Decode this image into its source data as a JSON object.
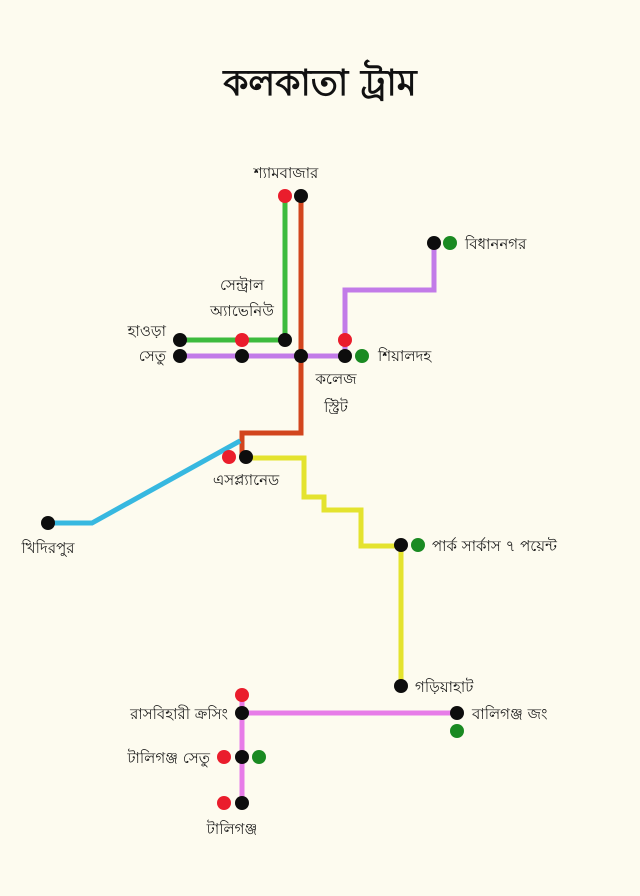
{
  "title": "কলকাতা ট্রাম",
  "colors": {
    "background": "#fdfbef",
    "green_line": "#3dbb3d",
    "red_line": "#d2451e",
    "purple_line": "#c27be8",
    "blue_line": "#37b8e0",
    "yellow_line": "#e4e32e",
    "pink_line": "#e77ce8",
    "dot_red": "#ea1d2c",
    "dot_black": "#0d0d0d",
    "dot_green": "#1a8a22"
  },
  "stations": {
    "shyambazar": "শ্যামবাজার",
    "bidhannagar": "বিধাননগর",
    "central_avenue_1": "সেন্ট্রাল",
    "central_avenue_2": "অ্যাভেনিউ",
    "howrah_1": "হাওড়া",
    "howrah_2": "সেতু",
    "sealdah": "শিয়ালদহ",
    "college_street_1": "কলেজ",
    "college_street_2": "স্ট্রিট",
    "esplanade": "এসপ্ল্যানেড",
    "khidirpur": "খিদিরপুর",
    "park_circus": "পার্ক সার্কাস ৭ পয়েন্ট",
    "gariahat": "গড়িয়াহাট",
    "rashbehari": "রাসবিহারী ক্রসিং",
    "ballygunge": "বালিগঞ্জ জং",
    "tollygunge_bridge": "টালিগঞ্জ সেতু",
    "tollygunge": "টালিগঞ্জ"
  }
}
